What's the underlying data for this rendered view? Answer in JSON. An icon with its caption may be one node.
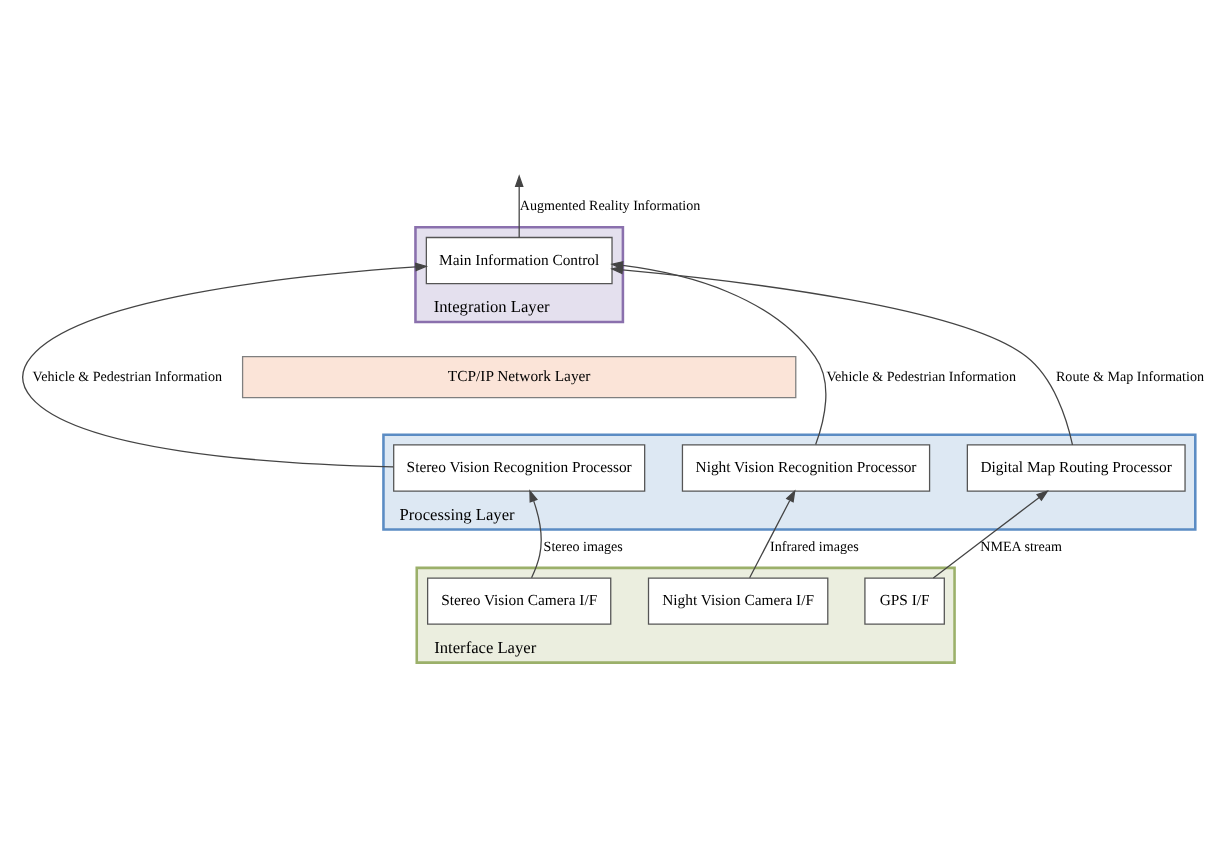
{
  "diagram": {
    "nodes": [
      {
        "text": [
          "Integration Layer"
        ]
      },
      {
        "text": [
          "Main Information Control"
        ],
        "in": 0
      },
      {
        "text": [
          "TCP/IP Network Layer"
        ]
      },
      {
        "text": [
          "Processing Layer"
        ]
      },
      {
        "text": [
          "Stereo Vision Recognition Processor"
        ],
        "in": 3
      },
      {
        "text": [
          "Night Vision Recognition Processor"
        ],
        "in": 3
      },
      {
        "text": [
          "Digital Map Routing Processor"
        ],
        "in": 3
      },
      {
        "text": [
          "Interface Layer"
        ]
      },
      {
        "text": [
          "Stereo Vision Camera I/F"
        ],
        "in": 7
      },
      {
        "text": [
          "Night Vision Camera I/F"
        ],
        "in": 7
      },
      {
        "text": [
          "GPS I/F"
        ],
        "in": 7
      }
    ],
    "edges": [
      {
        "from": 8,
        "to": 4,
        "arrow": "to",
        "label": "Stereo images"
      },
      {
        "from": 9,
        "to": 5,
        "arrow": "to",
        "label": "Infrared images"
      },
      {
        "from": 10,
        "to": 6,
        "arrow": "to",
        "label": "NMEA stream"
      },
      {
        "from": 4,
        "to": 1,
        "arrow": "to",
        "label": "Vehicle & Pedestrian Information"
      },
      {
        "from": 5,
        "to": 1,
        "arrow": "to",
        "label": "Vehicle & Pedestrian Information"
      },
      {
        "from": 6,
        "to": 1,
        "arrow": "to",
        "label": "Route & Map Information"
      },
      {
        "from": 1,
        "to": null,
        "arrow": "to",
        "label": "Augmented Reality Information"
      }
    ]
  }
}
